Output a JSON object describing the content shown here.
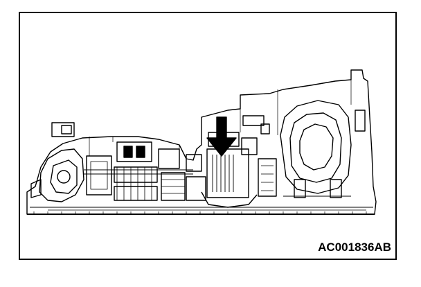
{
  "figure": {
    "code": "AC001836AB",
    "subject": "transmission-cross-section",
    "arrow_direction": "down",
    "colors": {
      "ink": "#000000",
      "paper": "#ffffff"
    }
  }
}
